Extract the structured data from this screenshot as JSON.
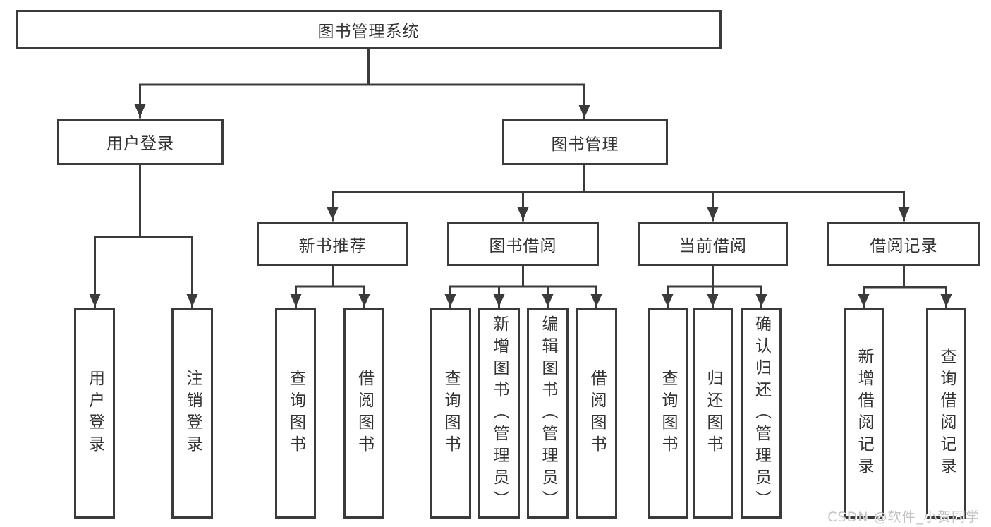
{
  "diagram_title": "图书管理系统",
  "tree": {
    "label": "图书管理系统",
    "children": [
      {
        "label": "用户登录",
        "children": [
          {
            "label": "用户登录"
          },
          {
            "label": "注销登录"
          }
        ]
      },
      {
        "label": "图书管理",
        "children": [
          {
            "label": "新书推荐",
            "children": [
              {
                "label": "查询图书"
              },
              {
                "label": "借阅图书"
              }
            ]
          },
          {
            "label": "图书借阅",
            "children": [
              {
                "label": "查询图书"
              },
              {
                "label": "新增图书（管理员）"
              },
              {
                "label": "编辑图书（管理员）"
              },
              {
                "label": "借阅图书"
              }
            ]
          },
          {
            "label": "当前借阅",
            "children": [
              {
                "label": "查询图书"
              },
              {
                "label": "归还图书"
              },
              {
                "label": "确认归还（管理员）"
              }
            ]
          },
          {
            "label": "借阅记录",
            "children": [
              {
                "label": "新增借阅记录"
              },
              {
                "label": "查询借阅记录"
              }
            ]
          }
        ]
      }
    ]
  },
  "watermark": {
    "text": "CSDN @软件_小贺同学"
  },
  "colors": {
    "line": "#3b3b3b",
    "text": "#333333",
    "watermark": "#c3c3c3",
    "background": "#ffffff"
  }
}
